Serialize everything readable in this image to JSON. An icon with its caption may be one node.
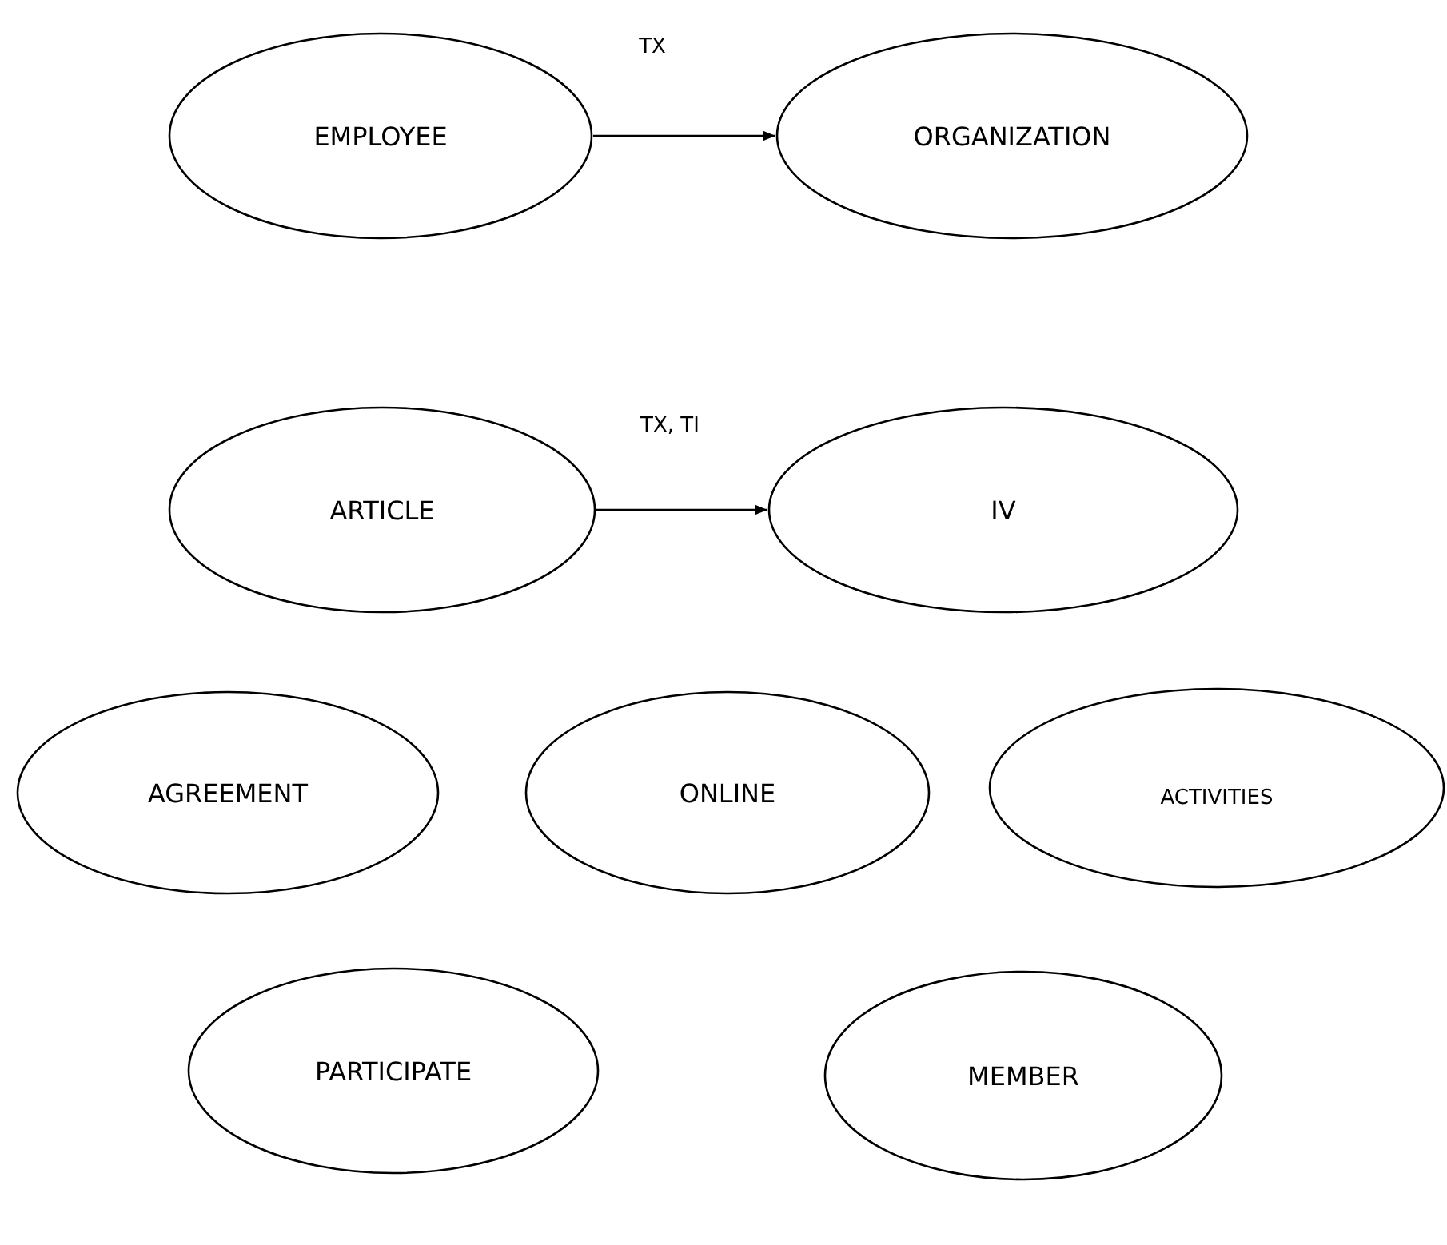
{
  "diagram": {
    "nodes": [
      {
        "text": [
          "EMPLOYEE"
        ]
      },
      {
        "text": [
          "ORGANIZATION"
        ]
      },
      {
        "text": [
          "ARTICLE"
        ]
      },
      {
        "text": [
          "IV"
        ]
      },
      {
        "text": [
          "AGREEMENT"
        ]
      },
      {
        "text": [
          "ONLINE"
        ]
      },
      {
        "text": [
          "ACTIVITIES"
        ]
      },
      {
        "text": [
          "PARTICIPATE"
        ]
      },
      {
        "text": [
          "MEMBER"
        ]
      }
    ],
    "edges": [
      {
        "from": 0,
        "to": 1,
        "arrow": "to",
        "label": "TX"
      },
      {
        "from": 2,
        "to": 3,
        "arrow": "to",
        "label": "TX, TI"
      }
    ]
  }
}
